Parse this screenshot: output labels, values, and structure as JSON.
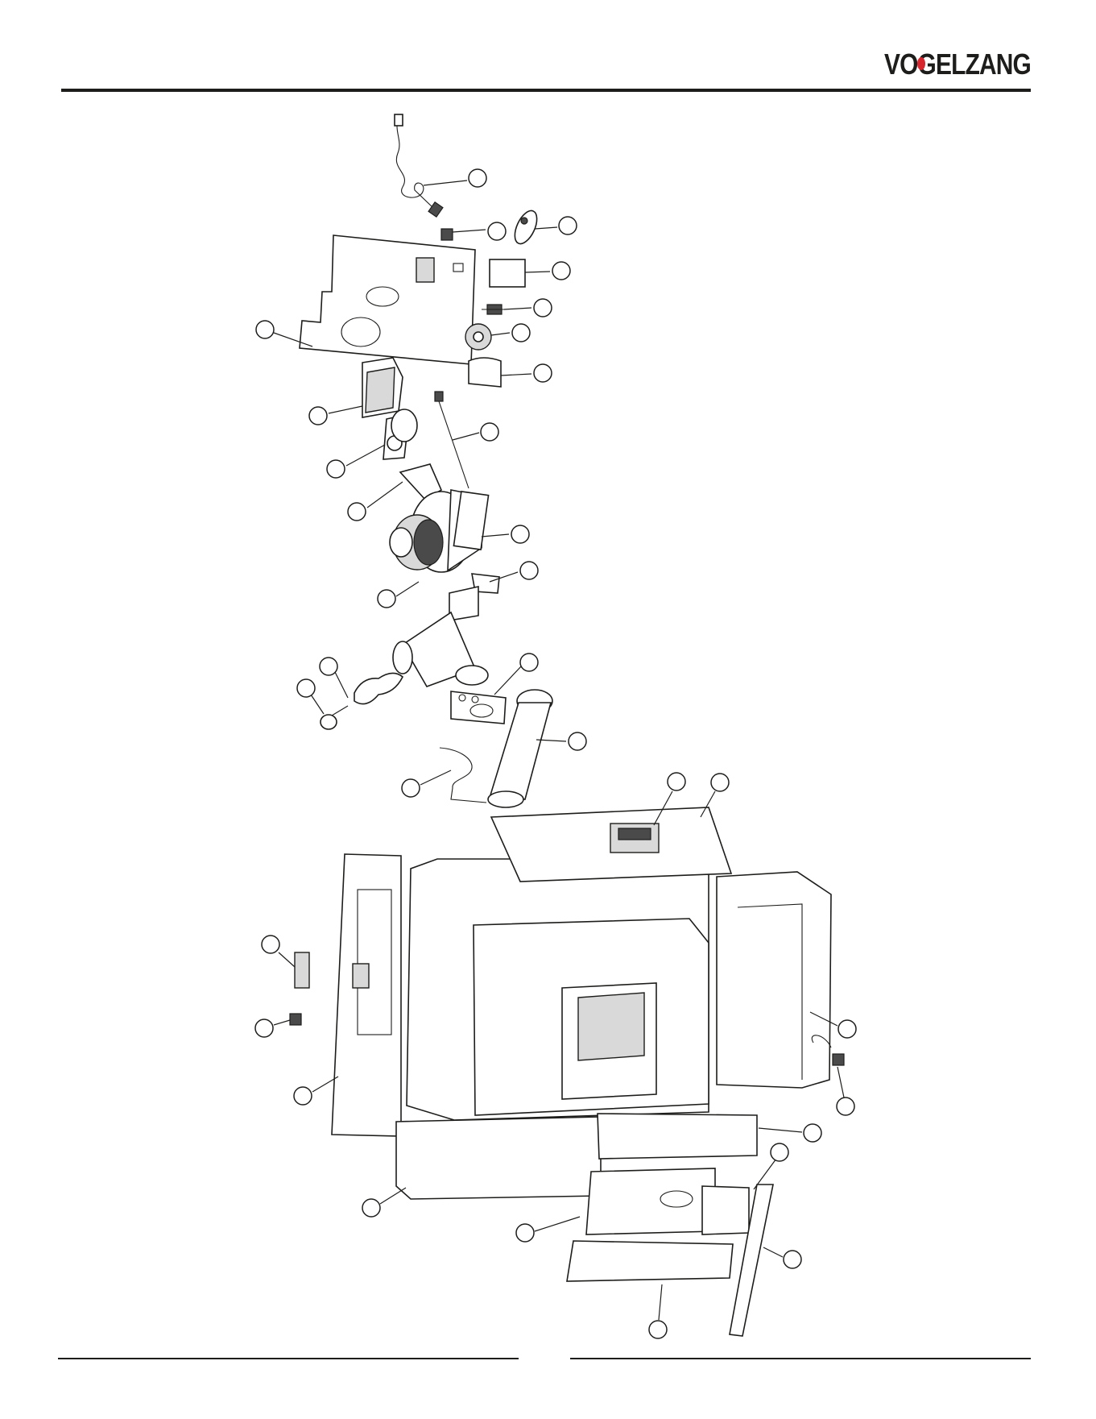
{
  "brand": {
    "name": "VOGELZANG",
    "logo_accent_color": "#d7262e",
    "text_color": "#1d1d1b"
  },
  "diagram": {
    "type": "exploded-parts-view",
    "callout_count": 31
  }
}
